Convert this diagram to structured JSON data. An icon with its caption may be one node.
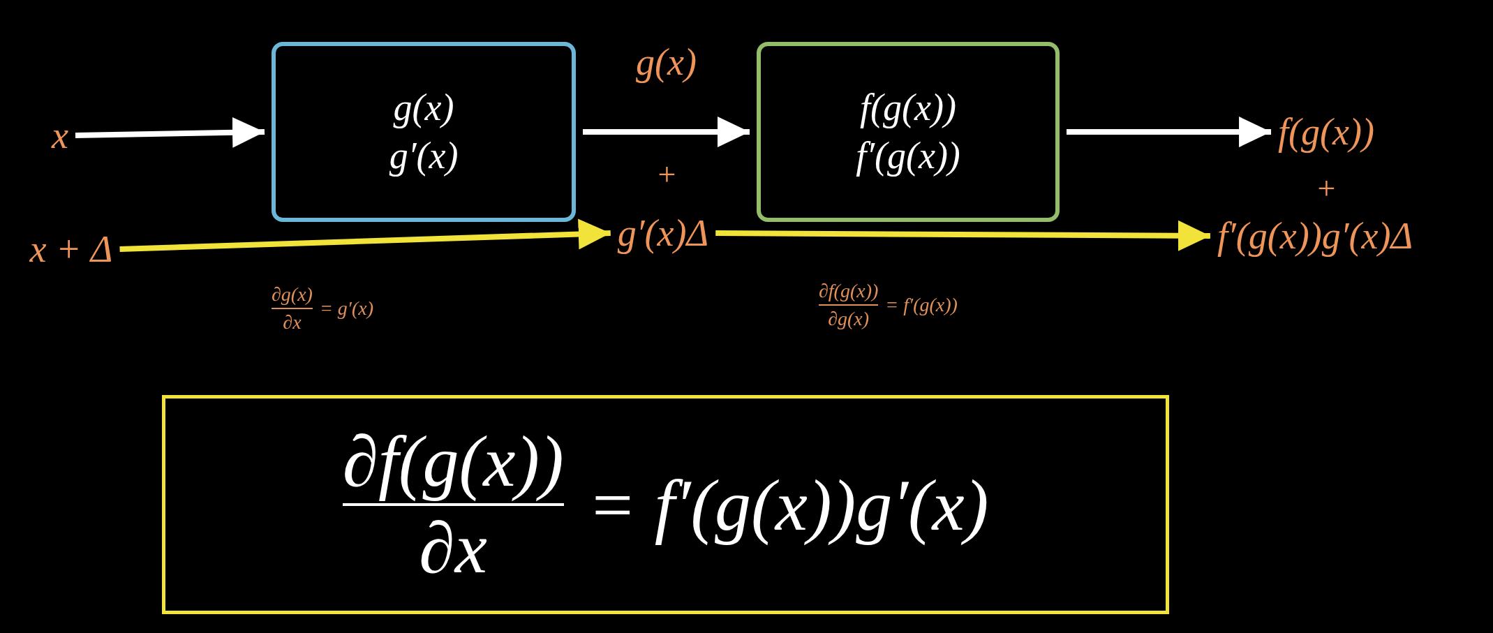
{
  "diagram": {
    "nodes": [
      {
        "text": [
          "x"
        ]
      },
      {
        "text": [
          "x + Δ"
        ]
      },
      {
        "text": [
          "g(x)",
          "g′(x)"
        ]
      },
      {
        "text": [
          "g′(x)Δ"
        ]
      },
      {
        "text": [
          "f(g(x))",
          "f′(g(x))"
        ]
      },
      {
        "text": [
          "f(g(x))"
        ]
      },
      {
        "text": [
          "f′(g(x))g′(x)Δ"
        ]
      },
      {
        "text": [
          "∂f(g(x))",
          "∂x",
          "= f′(g(x))g′(x)"
        ]
      }
    ],
    "edges": [
      {
        "from": 0,
        "to": 2,
        "arrow": "to"
      },
      {
        "from": 2,
        "to": 4,
        "arrow": "to",
        "label": "g(x)"
      },
      {
        "from": 4,
        "to": 5,
        "arrow": "to"
      },
      {
        "from": 1,
        "to": 3,
        "arrow": "to",
        "color": "#f2e33a"
      },
      {
        "from": 3,
        "to": 6,
        "arrow": "to",
        "color": "#f2e33a"
      }
    ],
    "labels": [
      "+",
      "+",
      "∂g(x)",
      "∂x",
      "= g′(x)",
      "∂f(g(x))",
      "∂g(x)",
      "= f′(g(x))"
    ]
  }
}
